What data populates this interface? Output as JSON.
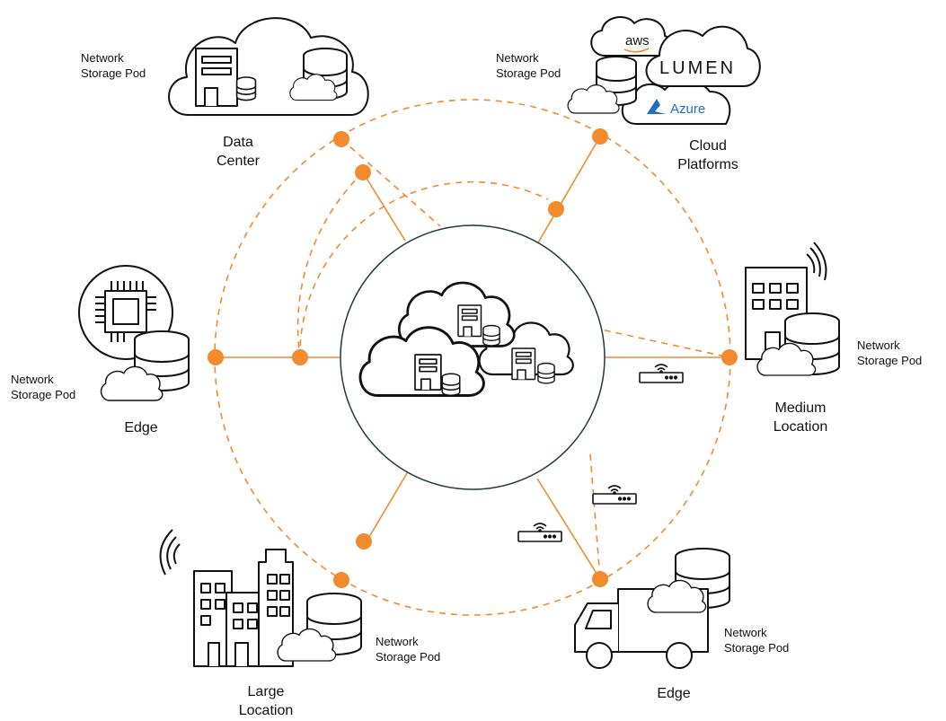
{
  "colors": {
    "accent": "#F28A2E",
    "stroke": "#111111",
    "hub_circle": "#1F3A3A",
    "azure_blue": "#1F6FC5"
  },
  "labels": {
    "pod_line1": "Network",
    "pod_line2": "Storage Pod",
    "data_center": [
      "Data",
      "Center"
    ],
    "cloud_platforms": [
      "Cloud",
      "Platforms"
    ],
    "medium_location": [
      "Medium",
      "Location"
    ],
    "large_location": [
      "Large",
      "Location"
    ],
    "edge_left": "Edge",
    "edge_bottom": "Edge"
  },
  "brands": {
    "aws": "aws",
    "lumen": "LUMEN",
    "azure": "Azure"
  },
  "icons": [
    "cloud-icon",
    "building-icon",
    "database-icon",
    "chip-icon",
    "truck-icon",
    "router-icon",
    "wifi-signal-icon"
  ]
}
